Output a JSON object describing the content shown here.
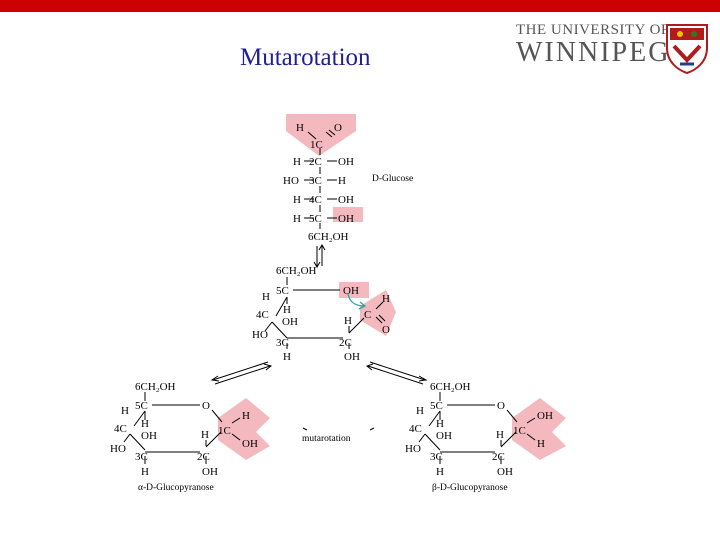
{
  "slide": {
    "title": "Mutarotation",
    "accent_color": "#cc0000",
    "highlight_color": "#f4b9bf"
  },
  "logo": {
    "line1": "THE UNIVERSITY OF",
    "line2": "WINNIPEG",
    "crest": "crest-icon"
  },
  "open_chain": {
    "h": "H",
    "o": "O",
    "c1": "1C",
    "row2": [
      "H",
      "2C",
      "OH"
    ],
    "row3": [
      "HO",
      "3C",
      "H"
    ],
    "row4": [
      "H",
      "4C",
      "OH"
    ],
    "row5": [
      "H",
      "5C",
      "OH"
    ],
    "c6": "6CH₂OH",
    "name": "D-Glucose"
  },
  "intermediate": {
    "ch2oh": "6CH₂OH",
    "c5": "5C",
    "oh_top": "OH",
    "h5": "H",
    "c4": "4C",
    "h4": "H",
    "oh4": "OH",
    "ho4": "HO",
    "h1": "H",
    "c1": "C",
    "o1": "O",
    "h2": "H",
    "c3": "3C",
    "h3": "H",
    "c2": "2C",
    "oh2": "OH"
  },
  "alpha": {
    "ch2oh": "6CH₂OH",
    "h5": "H",
    "c5": "5C",
    "ring_o": "O",
    "c4": "4C",
    "h4": "H",
    "oh4": "OH",
    "ho": "HO",
    "c1": "1C",
    "h1": "H",
    "oh1": "OH",
    "h2": "H",
    "c3": "3C",
    "h3": "H",
    "c2": "2C",
    "oh2": "OH",
    "name": "α-D-Glucopyranose"
  },
  "beta": {
    "ch2oh": "6CH₂OH",
    "h5": "H",
    "c5": "5C",
    "ring_o": "O",
    "c4": "4C",
    "h4": "H",
    "oh4": "OH",
    "ho": "HO",
    "c1": "1C",
    "oh1": "OH",
    "h1": "H",
    "h2": "H",
    "c3": "3C",
    "h3": "H",
    "c2": "2C",
    "oh2": "OH",
    "name": "β-D-Glucopyranose"
  },
  "process_label": "mutarotation"
}
